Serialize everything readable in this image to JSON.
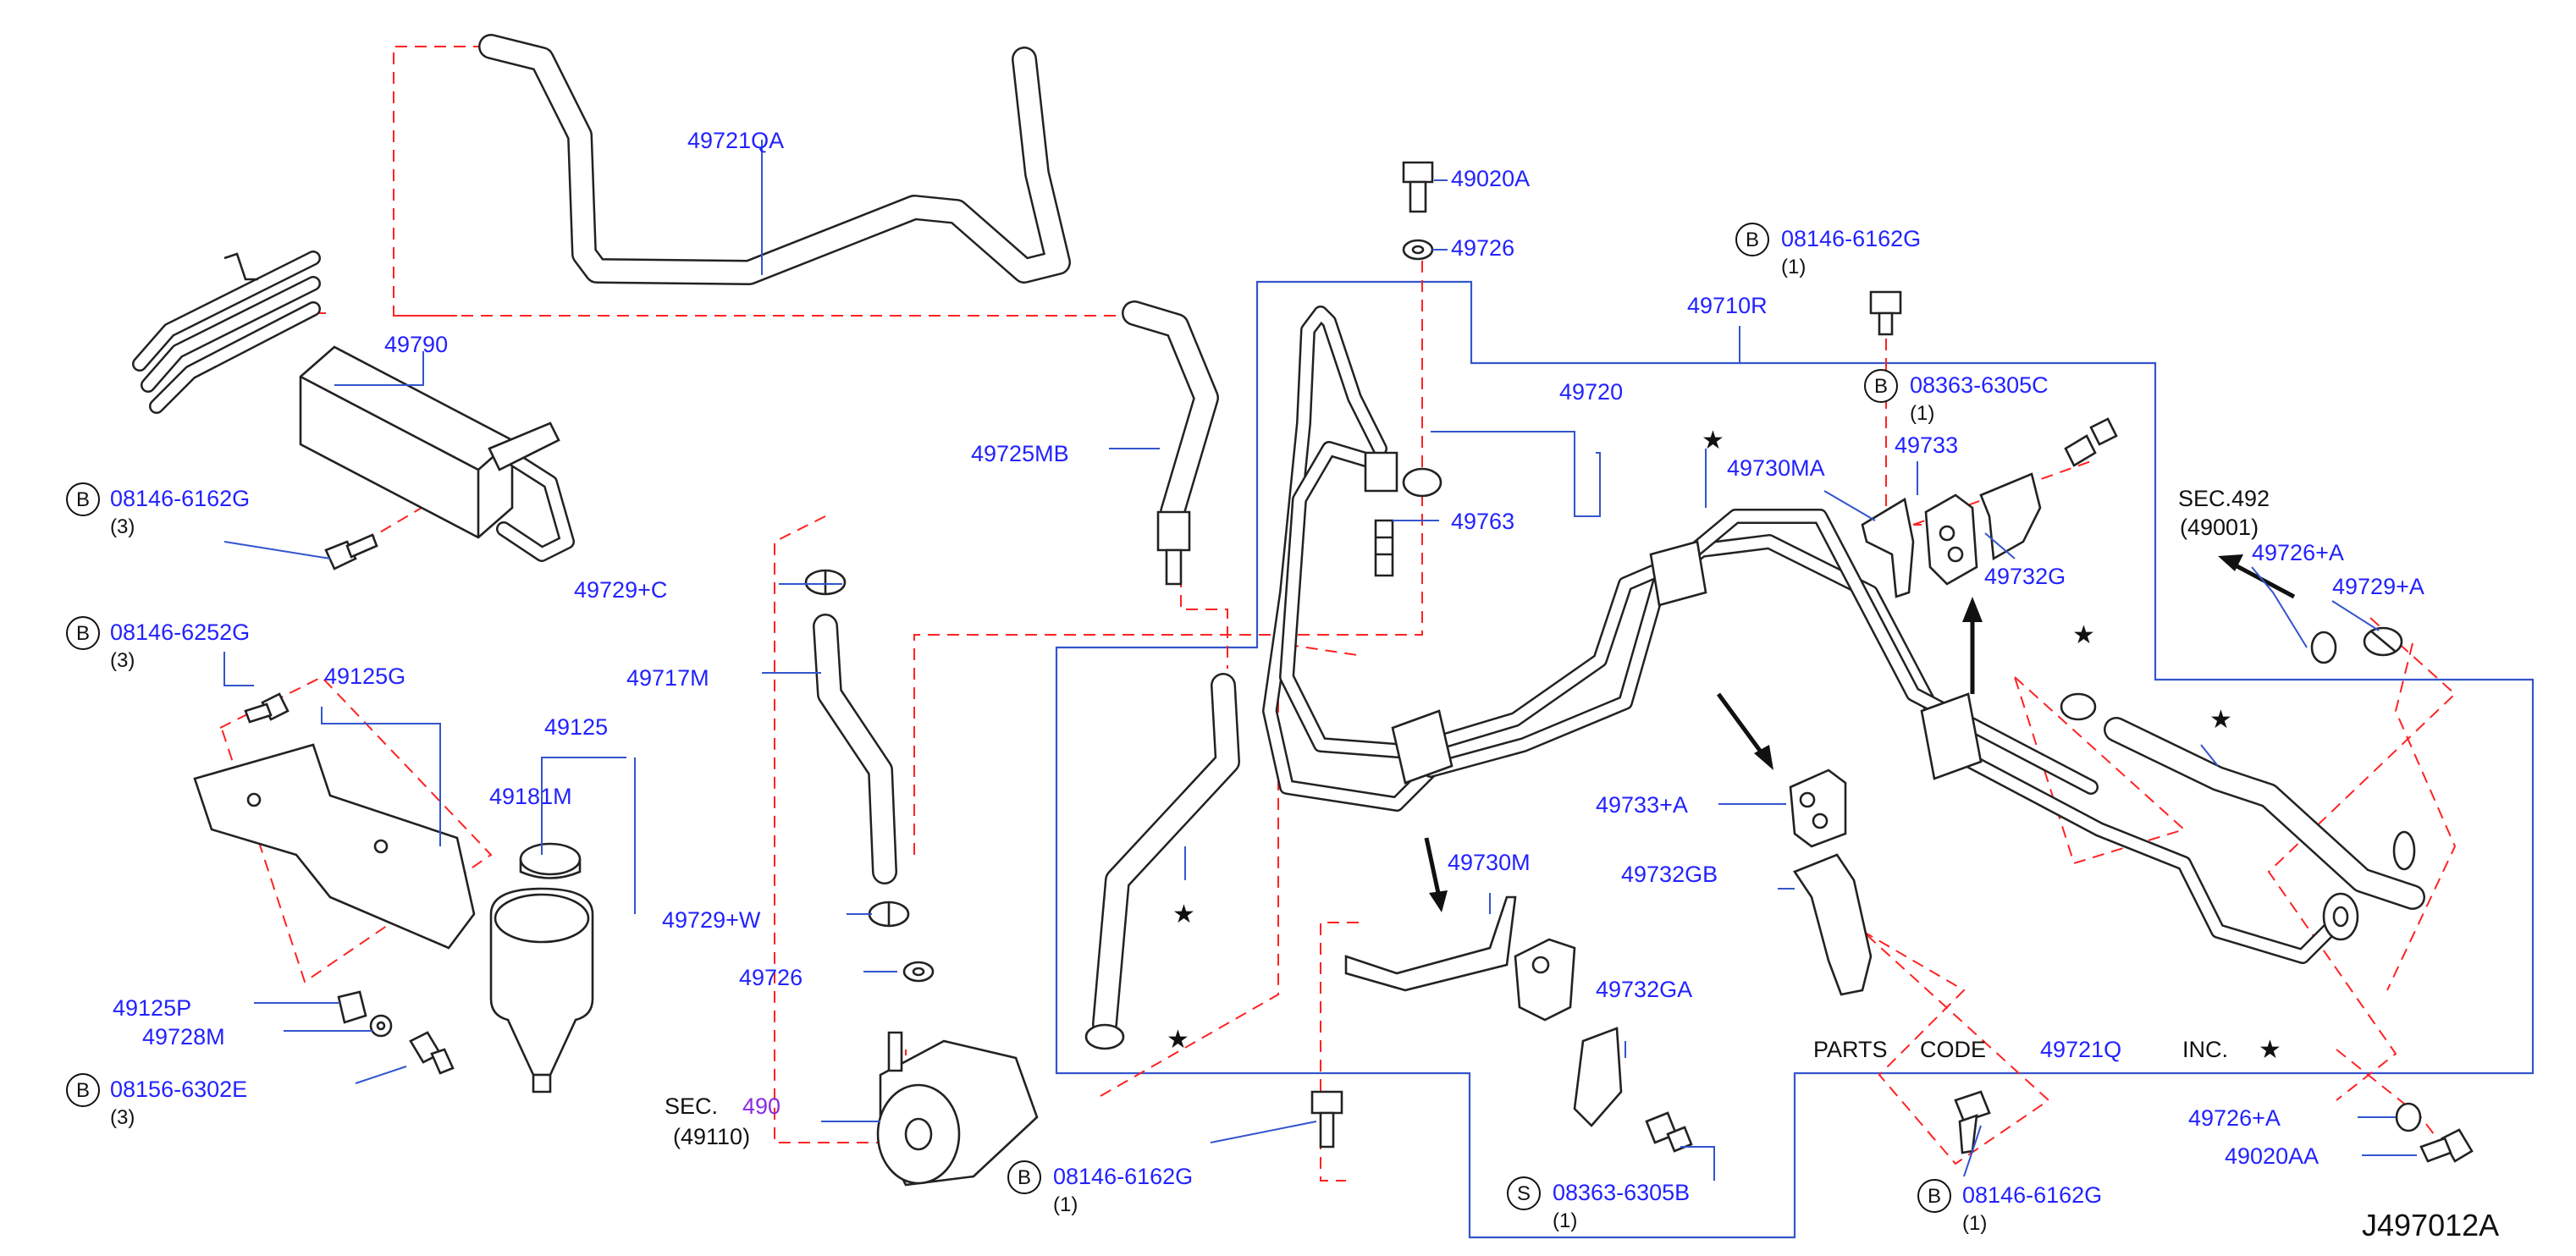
{
  "diagram_id": "J497012A",
  "legend": {
    "parts": "PARTS",
    "code": "CODE",
    "code_value": "49721Q",
    "inc": "INC."
  },
  "parts": {
    "p49721QA": "49721QA",
    "p49790": "49790",
    "p49725MB": "49725MB",
    "p49020A": "49020A",
    "p49726_top": "49726",
    "p49710R": "49710R",
    "p49720": "49720",
    "p49763": "49763",
    "p49729C": "49729+C",
    "p49717M": "49717M",
    "p49125G": "49125G",
    "p49125": "49125",
    "p49181M": "49181M",
    "p49729W": "49729+W",
    "p49726_mid": "49726",
    "p49125P": "49125P",
    "p49728M": "49728M",
    "p49730MA": "49730MA",
    "p49733": "49733",
    "p49732G": "49732G",
    "p49733A": "49733+A",
    "p49732GB": "49732GB",
    "p49730M": "49730M",
    "p49732GA": "49732GA",
    "p49726A_top": "49726+A",
    "p49729A": "49729+A",
    "p49726A_bot": "49726+A",
    "p49020AA": "49020AA"
  },
  "fasteners": {
    "f1": {
      "mark": "B",
      "code": "08146-6162G",
      "qty": "(3)"
    },
    "f2": {
      "mark": "B",
      "code": "08146-6252G",
      "qty": "(3)"
    },
    "f3": {
      "mark": "B",
      "code": "08156-6302E",
      "qty": "(3)"
    },
    "f4": {
      "mark": "B",
      "code": "08146-6162G",
      "qty": "(1)"
    },
    "f5": {
      "mark": "B",
      "code": "08363-6305C",
      "qty": "(1)"
    },
    "f6": {
      "mark": "B",
      "code": "08146-6162G",
      "qty": "(1)"
    },
    "f7": {
      "mark": "S",
      "code": "08363-6305B",
      "qty": "(1)"
    },
    "f8": {
      "mark": "B",
      "code": "08146-6162G",
      "qty": "(1)"
    }
  },
  "sections": {
    "sec490": {
      "prefix": "SEC.",
      "number": "490",
      "sub": "(49110)"
    },
    "sec492": {
      "label": "SEC.492",
      "sub": "(49001)"
    }
  },
  "colors": {
    "label_blue": "#2222ff",
    "leader_blue": "#3355cc",
    "dashed_red": "#ff2222",
    "section_purple": "#8a2be2",
    "drawing_black": "#222222"
  }
}
